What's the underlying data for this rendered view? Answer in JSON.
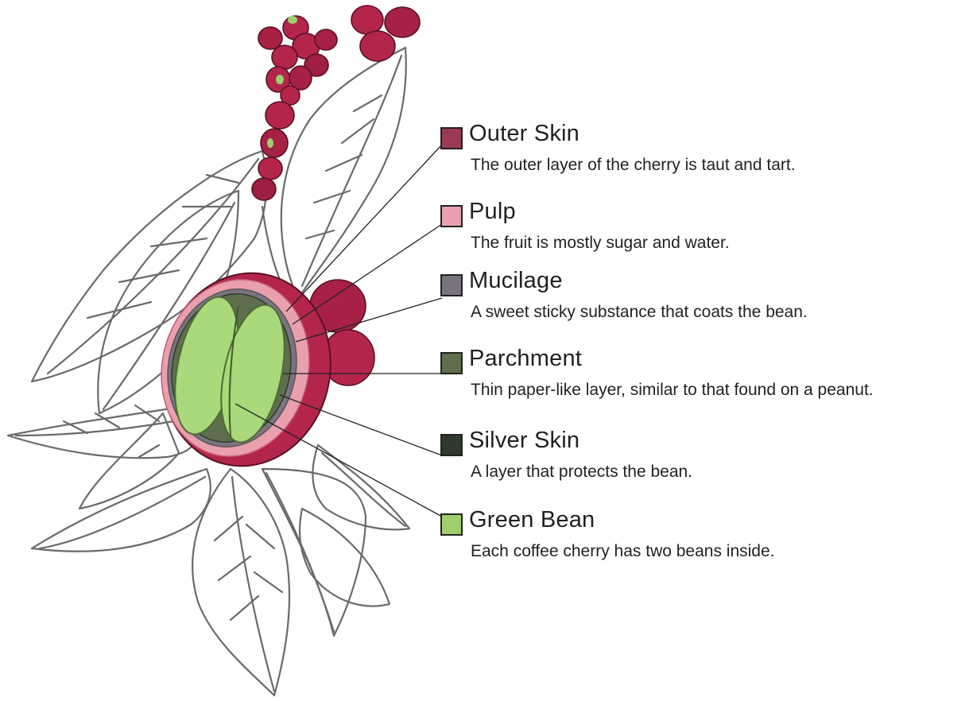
{
  "legend": {
    "items": [
      {
        "key": "outer_skin",
        "title": "Outer Skin",
        "description": "The outer layer of the cherry is taut and tart.",
        "color": "#9b3a55"
      },
      {
        "key": "pulp",
        "title": "Pulp",
        "description": "The fruit is mostly sugar and water.",
        "color": "#e9a0ac"
      },
      {
        "key": "mucilage",
        "title": "Mucilage",
        "description": "A sweet sticky substance that coats the bean.",
        "color": "#7a7480"
      },
      {
        "key": "parchment",
        "title": "Parchment",
        "description": "Thin paper-like layer, similar to that found on a peanut.",
        "color": "#5f6e4c"
      },
      {
        "key": "silver_skin",
        "title": "Silver Skin",
        "description": "A layer that protects the bean.",
        "color": "#2f3a2a"
      },
      {
        "key": "green_bean",
        "title": "Green Bean",
        "description": "Each coffee cherry has two beans inside.",
        "color": "#9dd06d"
      }
    ]
  },
  "colors": {
    "cherry": "#b3264a",
    "cherry_dark": "#8e1c3a",
    "pulp": "#e9a0ac",
    "bean": "#a9d97a",
    "leaf_stroke": "#6a6a6a",
    "leader_line": "#222222"
  }
}
